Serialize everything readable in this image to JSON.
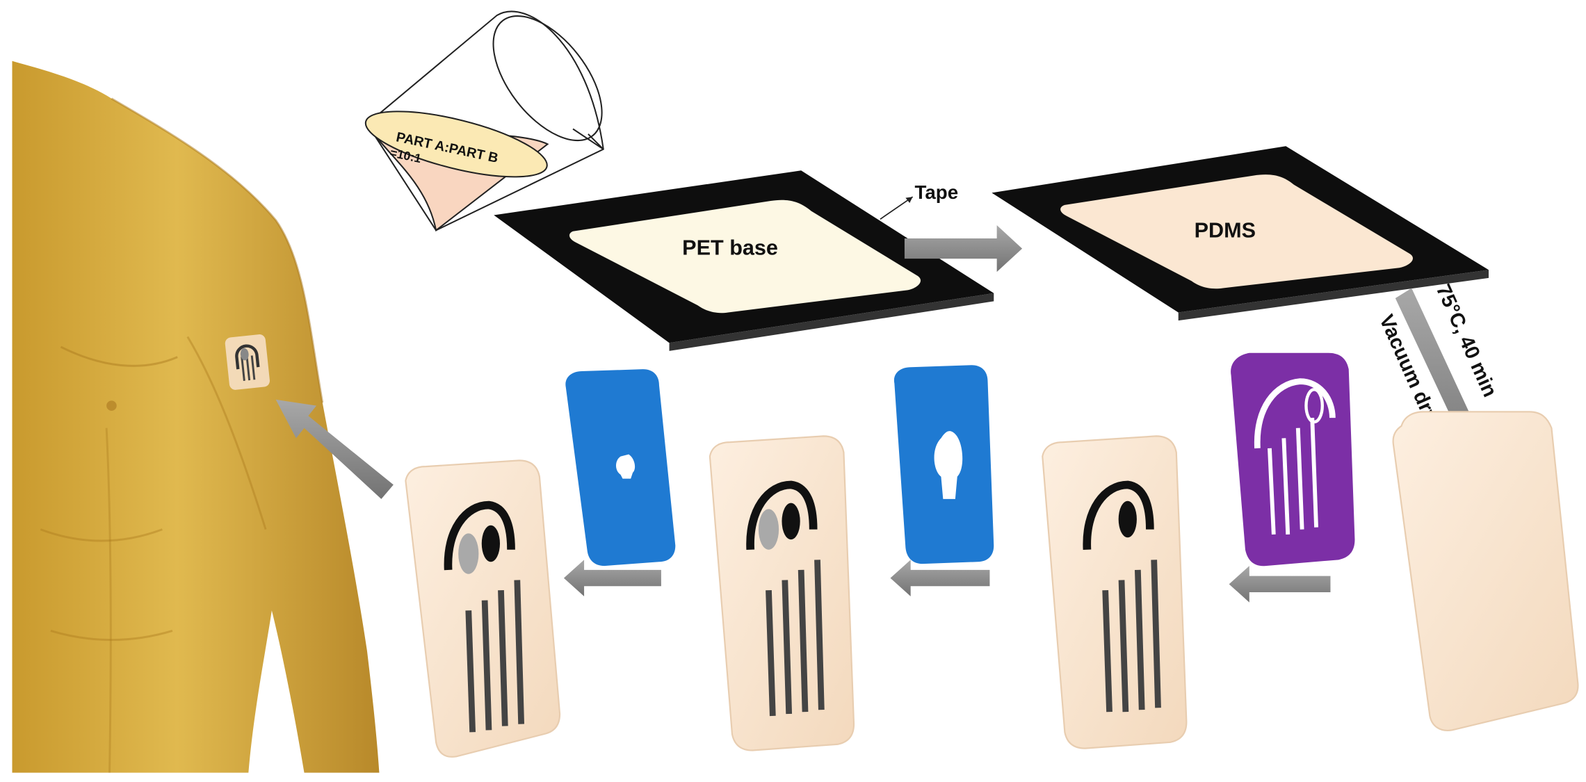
{
  "labels": {
    "mix_ratio_line1": "PART A:PART B",
    "mix_ratio_line2": "=10:1",
    "tape": "Tape",
    "pet_base": "PET base",
    "pdms": "PDMS",
    "cure_temp_time": "75°C, 40 min",
    "cure_method": "Vacuum drying"
  },
  "colors": {
    "skin": "#d6ae45",
    "pdms_film": "#fbe7d2",
    "pet_surface": "#fdf8e4",
    "frame": "#111111",
    "arrow_gray": "#8c8c8c",
    "mask_blue": "#1f7ad2",
    "mask_purple": "#7c2fa6",
    "ink_black": "#1a1a1a",
    "ink_gray": "#a9a9a9"
  },
  "icons": {
    "beaker": "pouring-beaker-icon",
    "human": "human-torso-arm-icon",
    "arrow": "process-arrow-icon"
  }
}
